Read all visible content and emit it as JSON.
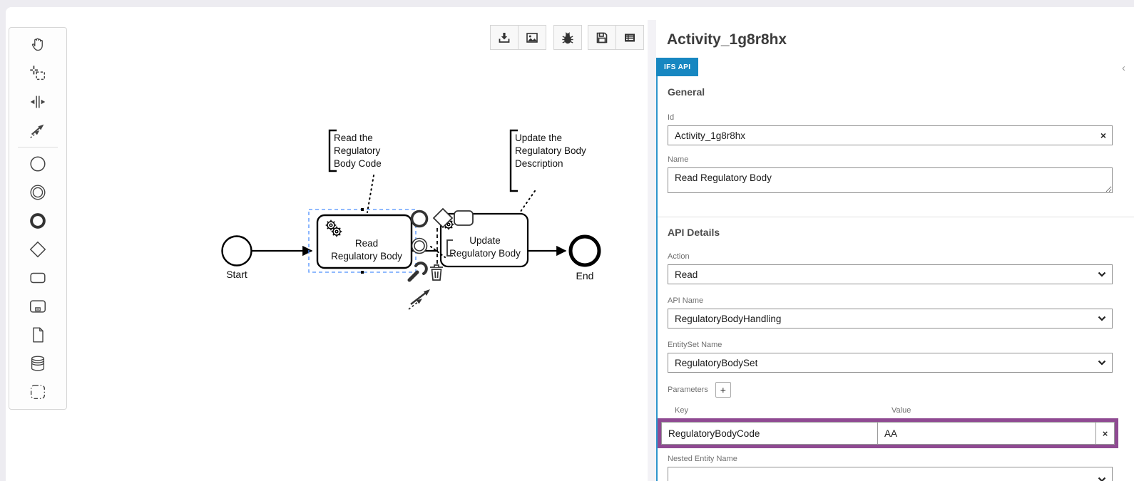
{
  "colors": {
    "accent_blue": "#1787c1",
    "highlight_purple": "#8f4a92",
    "selection_blue": "#4d90fe"
  },
  "toolbar": {
    "icons": [
      "download-icon",
      "image-icon",
      "bug-icon",
      "save-icon",
      "form-icon"
    ]
  },
  "palette": {
    "icons": [
      "hand-tool-icon",
      "lasso-tool-icon",
      "space-tool-icon",
      "global-connect-tool-icon",
      "create-start-event-icon",
      "create-intermediate-event-icon",
      "create-end-event-icon",
      "create-gateway-icon",
      "create-task-icon",
      "create-subprocess-icon",
      "create-data-object-icon",
      "create-data-store-icon",
      "create-group-icon"
    ]
  },
  "canvas": {
    "start_label": "Start",
    "task1_label_line1": "Read",
    "task1_label_line2": "Regulatory Body",
    "task2_label_line1": "Update",
    "task2_label_line2": "Regulatory Body",
    "end_label": "End",
    "annotation1": {
      "line1": "Read the",
      "line2": "Regulatory",
      "line3": "Body Code"
    },
    "annotation2": {
      "line1": "Update the",
      "line2": "Regulatory Body",
      "line3": "Description"
    },
    "context_pad_icons": [
      "append-end-event-icon",
      "append-gateway-icon",
      "append-task-icon",
      "append-intermediate-event-icon",
      "append-text-annotation-icon",
      "wrench-icon",
      "trash-icon",
      "connect-icon"
    ]
  },
  "panel": {
    "title": "Activity_1g8r8hx",
    "tab_label": "IFS API",
    "collapse_glyph": "‹",
    "general_heading": "General",
    "id_label": "Id",
    "id_value": "Activity_1g8r8hx",
    "clear_glyph": "×",
    "name_label": "Name",
    "name_value": "Read Regulatory Body",
    "api_details_heading": "API Details",
    "action_label": "Action",
    "action_value": "Read",
    "api_name_label": "API Name",
    "api_name_value": "RegulatoryBodyHandling",
    "entityset_label": "EntitySet Name",
    "entityset_value": "RegulatoryBodySet",
    "parameters_label": "Parameters",
    "add_param_label": "+",
    "key_header": "Key",
    "value_header": "Value",
    "param_key_value": "RegulatoryBodyCode",
    "param_value_value": "AA",
    "remove_glyph": "×",
    "nested_entity_label": "Nested Entity Name"
  }
}
